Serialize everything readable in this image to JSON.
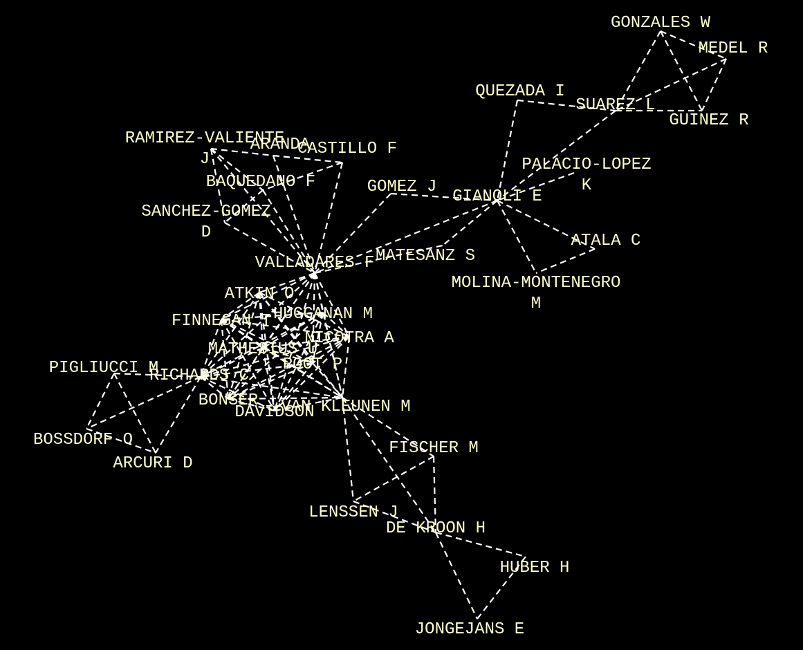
{
  "colors": {
    "background": "#000000",
    "edge": "#ffffff",
    "label": "#ffffcc"
  },
  "nodes": [
    {
      "id": "gonzales",
      "lines": [
        "GONZALES W"
      ]
    },
    {
      "id": "medel",
      "lines": [
        "MEDEL R"
      ]
    },
    {
      "id": "quezada",
      "lines": [
        "QUEZADA I"
      ]
    },
    {
      "id": "suarez",
      "lines": [
        "SUAREZ L"
      ]
    },
    {
      "id": "guinez",
      "lines": [
        "GUINEZ R"
      ]
    },
    {
      "id": "ramirez",
      "lines": [
        "RAMIREZ-VALIENTE",
        "J"
      ]
    },
    {
      "id": "aranda",
      "lines": [
        "ARANDA"
      ]
    },
    {
      "id": "castillo",
      "lines": [
        "CASTILLO F"
      ]
    },
    {
      "id": "palacio",
      "lines": [
        "PALACIO-LOPEZ",
        "K"
      ]
    },
    {
      "id": "baquedano",
      "lines": [
        "BAQUEDANO F"
      ]
    },
    {
      "id": "gomez",
      "lines": [
        "GOMEZ J"
      ]
    },
    {
      "id": "gianoli",
      "lines": [
        "GIANOLI E"
      ]
    },
    {
      "id": "sanchez",
      "lines": [
        "SANCHEZ-GOMEZ",
        "D"
      ]
    },
    {
      "id": "atala",
      "lines": [
        "ATALA C"
      ]
    },
    {
      "id": "matesanz",
      "lines": [
        "MATESANZ S"
      ]
    },
    {
      "id": "valladares",
      "lines": [
        "VALLADARES F"
      ]
    },
    {
      "id": "molina",
      "lines": [
        "MOLINA-MONTENEGRO",
        "M"
      ]
    },
    {
      "id": "atkin",
      "lines": [
        "ATKIN O"
      ]
    },
    {
      "id": "huqganan",
      "lines": [
        "HUGGANAN M"
      ]
    },
    {
      "id": "finnegan",
      "lines": [
        "FINNEGAN T"
      ]
    },
    {
      "id": "nicotra",
      "lines": [
        "NICOTRA A"
      ]
    },
    {
      "id": "mathesius",
      "lines": [
        "MATHESIUS U"
      ]
    },
    {
      "id": "poot",
      "lines": [
        "POOT P"
      ]
    },
    {
      "id": "pigliucci",
      "lines": [
        "PIGLIUCCI M"
      ]
    },
    {
      "id": "richards",
      "lines": [
        "RICHARDS C"
      ]
    },
    {
      "id": "bonser",
      "lines": [
        "BONSER"
      ]
    },
    {
      "id": "vankleunen",
      "lines": [
        "VAN KLEUNEN M"
      ]
    },
    {
      "id": "davidson",
      "lines": [
        "DAVIDSON"
      ]
    },
    {
      "id": "fischer",
      "lines": [
        "FISCHER M"
      ]
    },
    {
      "id": "bossdorf",
      "lines": [
        "BOSSDORF O"
      ]
    },
    {
      "id": "arcuri",
      "lines": [
        "ARCURI D"
      ]
    },
    {
      "id": "lenssen",
      "lines": [
        "LENSSEN J"
      ]
    },
    {
      "id": "dekroon",
      "lines": [
        "DE KROON H"
      ]
    },
    {
      "id": "huber",
      "lines": [
        "HUBER H"
      ]
    },
    {
      "id": "jongejans",
      "lines": [
        "JONGEJANS E"
      ]
    }
  ],
  "edges": [
    [
      "gonzales",
      "medel"
    ],
    [
      "gonzales",
      "suarez"
    ],
    [
      "gonzales",
      "guinez"
    ],
    [
      "medel",
      "suarez"
    ],
    [
      "medel",
      "guinez"
    ],
    [
      "quezada",
      "suarez"
    ],
    [
      "suarez",
      "guinez"
    ],
    [
      "suarez",
      "gianoli"
    ],
    [
      "quezada",
      "gianoli"
    ],
    [
      "palacio",
      "gianoli"
    ],
    [
      "gomez",
      "gianoli"
    ],
    [
      "gomez",
      "valladares"
    ],
    [
      "gianoli",
      "valladares"
    ],
    [
      "gianoli",
      "matesanz"
    ],
    [
      "gianoli",
      "atala"
    ],
    [
      "gianoli",
      "molina"
    ],
    [
      "atala",
      "molina"
    ],
    [
      "ramirez",
      "aranda"
    ],
    [
      "ramirez",
      "baquedano"
    ],
    [
      "ramirez",
      "sanchez"
    ],
    [
      "ramirez",
      "valladares"
    ],
    [
      "aranda",
      "castillo"
    ],
    [
      "aranda",
      "valladares"
    ],
    [
      "castillo",
      "baquedano"
    ],
    [
      "castillo",
      "valladares"
    ],
    [
      "baquedano",
      "sanchez"
    ],
    [
      "baquedano",
      "valladares"
    ],
    [
      "sanchez",
      "valladares"
    ],
    [
      "valladares",
      "matesanz"
    ],
    [
      "valladares",
      "atkin"
    ],
    [
      "valladares",
      "huqganan"
    ],
    [
      "valladares",
      "finnegan"
    ],
    [
      "valladares",
      "nicotra"
    ],
    [
      "valladares",
      "mathesius"
    ],
    [
      "valladares",
      "poot"
    ],
    [
      "valladares",
      "richards"
    ],
    [
      "valladares",
      "bonser"
    ],
    [
      "valladares",
      "vankleunen"
    ],
    [
      "valladares",
      "davidson"
    ],
    [
      "atkin",
      "finnegan"
    ],
    [
      "atkin",
      "mathesius"
    ],
    [
      "atkin",
      "nicotra"
    ],
    [
      "atkin",
      "poot"
    ],
    [
      "atkin",
      "richards"
    ],
    [
      "atkin",
      "bonser"
    ],
    [
      "atkin",
      "davidson"
    ],
    [
      "atkin",
      "vankleunen"
    ],
    [
      "huqganan",
      "finnegan"
    ],
    [
      "huqganan",
      "mathesius"
    ],
    [
      "huqganan",
      "nicotra"
    ],
    [
      "huqganan",
      "poot"
    ],
    [
      "huqganan",
      "richards"
    ],
    [
      "huqganan",
      "bonser"
    ],
    [
      "huqganan",
      "davidson"
    ],
    [
      "huqganan",
      "vankleunen"
    ],
    [
      "finnegan",
      "mathesius"
    ],
    [
      "finnegan",
      "richards"
    ],
    [
      "finnegan",
      "bonser"
    ],
    [
      "finnegan",
      "davidson"
    ],
    [
      "finnegan",
      "vankleunen"
    ],
    [
      "finnegan",
      "poot"
    ],
    [
      "finnegan",
      "nicotra"
    ],
    [
      "nicotra",
      "mathesius"
    ],
    [
      "nicotra",
      "poot"
    ],
    [
      "nicotra",
      "richards"
    ],
    [
      "nicotra",
      "bonser"
    ],
    [
      "nicotra",
      "davidson"
    ],
    [
      "nicotra",
      "vankleunen"
    ],
    [
      "mathesius",
      "poot"
    ],
    [
      "mathesius",
      "richards"
    ],
    [
      "mathesius",
      "bonser"
    ],
    [
      "mathesius",
      "davidson"
    ],
    [
      "mathesius",
      "vankleunen"
    ],
    [
      "poot",
      "richards"
    ],
    [
      "poot",
      "bonser"
    ],
    [
      "poot",
      "davidson"
    ],
    [
      "poot",
      "vankleunen"
    ],
    [
      "richards",
      "bonser"
    ],
    [
      "richards",
      "davidson"
    ],
    [
      "richards",
      "vankleunen"
    ],
    [
      "bonser",
      "davidson"
    ],
    [
      "bonser",
      "vankleunen"
    ],
    [
      "davidson",
      "vankleunen"
    ],
    [
      "pigliucci",
      "richards"
    ],
    [
      "pigliucci",
      "bossdorf"
    ],
    [
      "pigliucci",
      "arcuri"
    ],
    [
      "richards",
      "bossdorf"
    ],
    [
      "richards",
      "arcuri"
    ],
    [
      "bossdorf",
      "arcuri"
    ],
    [
      "vankleunen",
      "fischer"
    ],
    [
      "vankleunen",
      "lenssen"
    ],
    [
      "vankleunen",
      "dekroon"
    ],
    [
      "fischer",
      "lenssen"
    ],
    [
      "fischer",
      "dekroon"
    ],
    [
      "lenssen",
      "dekroon"
    ],
    [
      "dekroon",
      "huber"
    ],
    [
      "dekroon",
      "jongejans"
    ],
    [
      "huber",
      "jongejans"
    ]
  ]
}
